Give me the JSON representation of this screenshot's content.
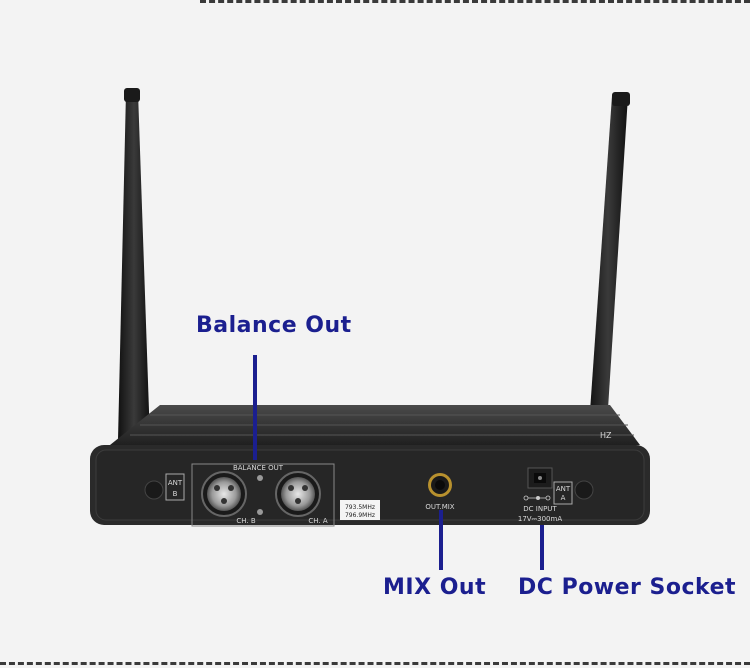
{
  "callouts": {
    "balance_out": "Balance Out",
    "mix_out": "MIX Out",
    "dc_power": "DC Power Socket"
  },
  "panel": {
    "ant_b_line1": "ANT",
    "ant_b_line2": "B",
    "ant_a_line1": "ANT",
    "ant_a_line2": "A",
    "balance_label": "BALANCE OUT",
    "ch_b": "CH. B",
    "ch_a": "CH. A",
    "freq_1": "793.5MHz",
    "freq_2": "796.9MHz",
    "out_mix": "OUT.MIX",
    "dc_input": "DC INPUT",
    "dc_spec": "17V⎓300mA",
    "edge_mark": "HZ"
  },
  "colors": {
    "callout": "#1b1f8f",
    "background": "#f3f3f3",
    "body": "#2a2a2a"
  }
}
